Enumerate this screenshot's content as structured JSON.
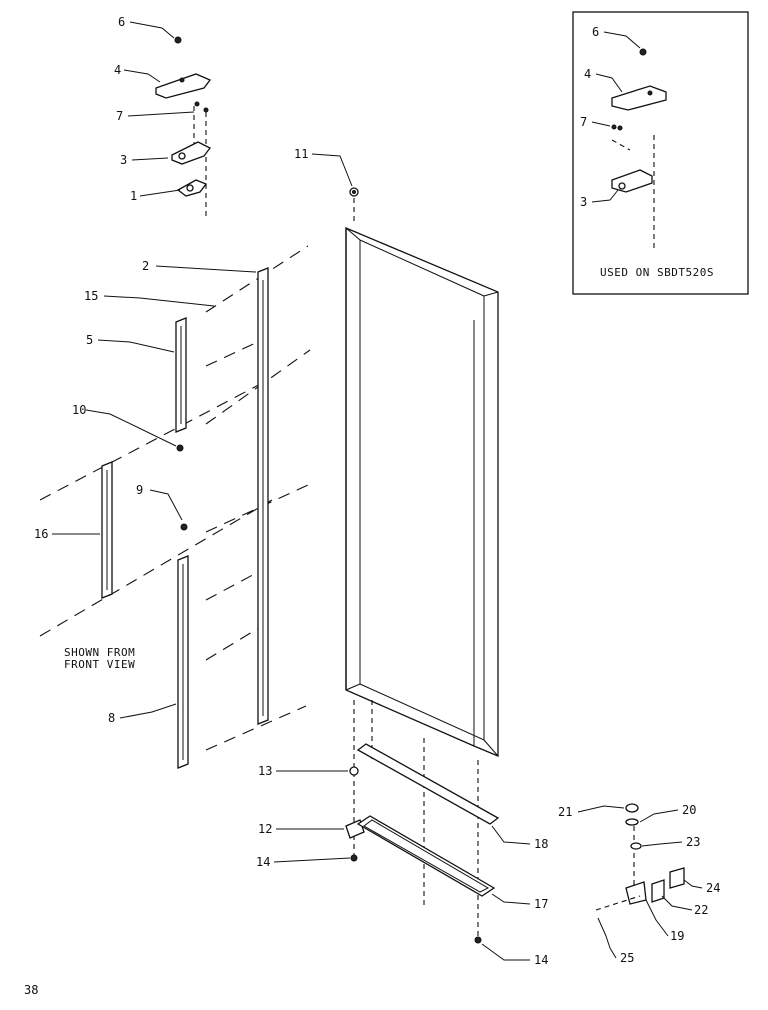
{
  "inset": {
    "caption": "USED ON SBDT520S"
  },
  "note": {
    "line1": "SHOWN FROM",
    "line2": "FRONT VIEW"
  },
  "page_number": "38",
  "callouts": {
    "c6": "6",
    "c4": "4",
    "c7": "7",
    "c3": "3",
    "c1": "1",
    "c11": "11",
    "c2": "2",
    "c15": "15",
    "c5": "5",
    "c10": "10",
    "c16": "16",
    "c9": "9",
    "c8": "8",
    "c13": "13",
    "c12": "12",
    "c14a": "14",
    "c14b": "14",
    "c18": "18",
    "c17": "17",
    "c21": "21",
    "c20": "20",
    "c23": "23",
    "c24": "24",
    "c22": "22",
    "c19": "19",
    "c25": "25",
    "i6": "6",
    "i4": "4",
    "i7": "7",
    "i3": "3"
  }
}
